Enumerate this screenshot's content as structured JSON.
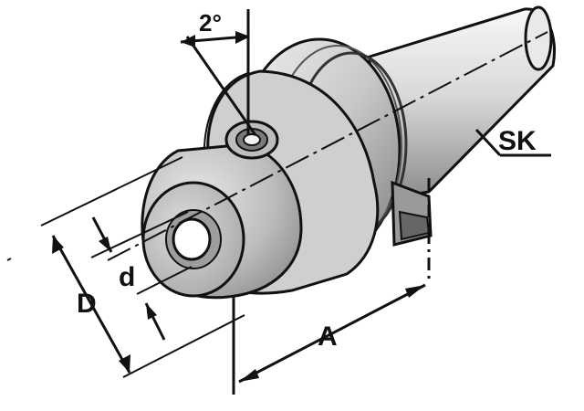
{
  "labels": {
    "angle": "2°",
    "taper": "SK",
    "outer_diameter": "D",
    "bore_diameter": "d",
    "length": "A"
  },
  "colors": {
    "line": "#111111",
    "body_light": "#f2f2f2",
    "body_mid": "#bdbdbd",
    "body_dark": "#7a7a7a"
  }
}
